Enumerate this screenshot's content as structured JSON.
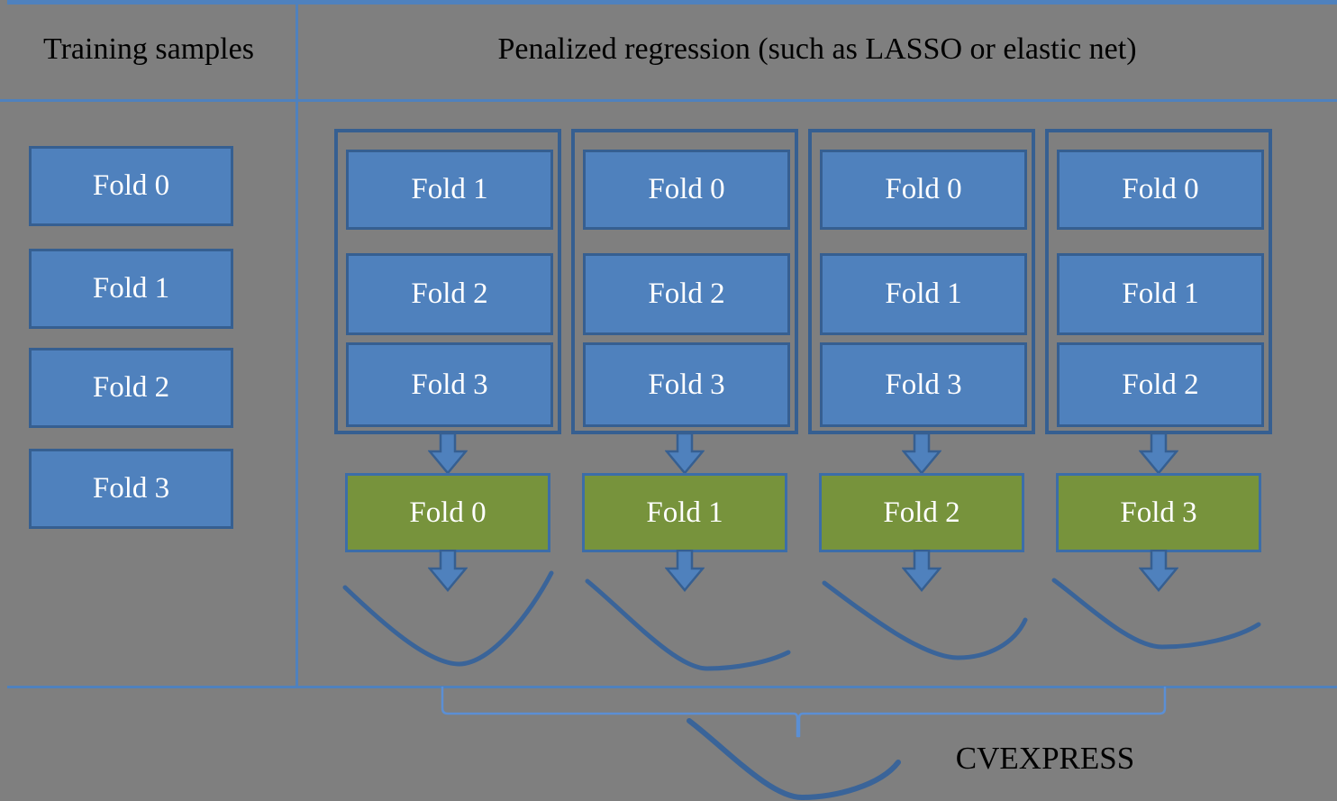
{
  "headers": {
    "left": "Training samples",
    "right": "Penalized regression (such as LASSO or elastic net)"
  },
  "training_samples": {
    "folds": [
      "Fold 0",
      "Fold 1",
      "Fold 2",
      "Fold 3"
    ]
  },
  "cv_iterations": [
    {
      "train": [
        "Fold 1",
        "Fold 2",
        "Fold 3"
      ],
      "test": "Fold 0"
    },
    {
      "train": [
        "Fold 0",
        "Fold 2",
        "Fold 3"
      ],
      "test": "Fold 1"
    },
    {
      "train": [
        "Fold 0",
        "Fold 1",
        "Fold 3"
      ],
      "test": "Fold 2"
    },
    {
      "train": [
        "Fold 0",
        "Fold 1",
        "Fold 2"
      ],
      "test": "Fold 3"
    }
  ],
  "footer": {
    "label": "CVEXPRESS"
  },
  "colors": {
    "background": "#7f7f7f",
    "grid_line": "#4f81bd",
    "box_fill": "#4f81bd",
    "box_border": "#365f91",
    "test_fold_fill": "#77933c",
    "arrow_fill": "#4f81bd",
    "curve_stroke": "#3a6499",
    "brace_stroke": "#5b8fd4",
    "box_text": "#ffffff",
    "header_text": "#000000"
  }
}
